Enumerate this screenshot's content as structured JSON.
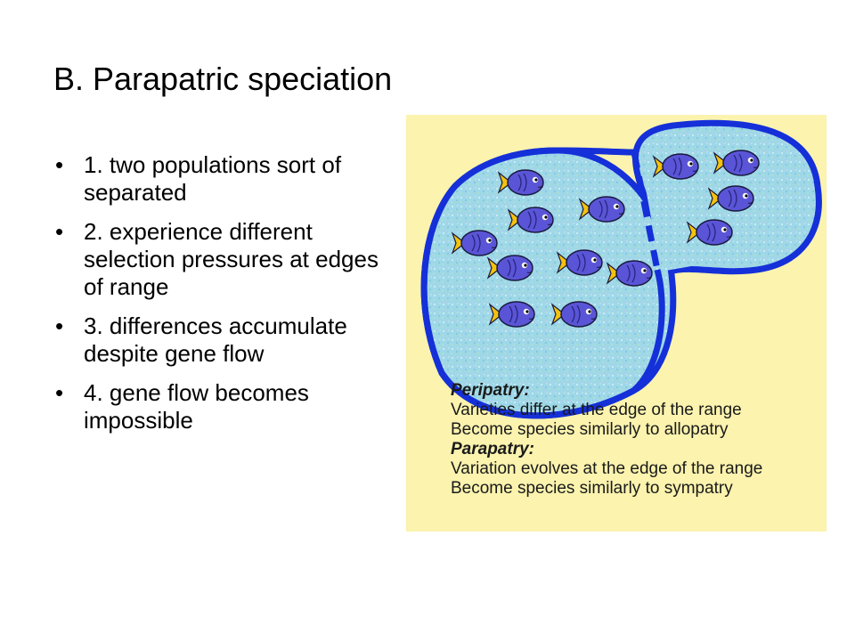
{
  "slide": {
    "title": "B.  Parapatric speciation",
    "bullets": [
      "1.  two populations sort of separated",
      "2.  experience different selection pressures at edges of range",
      "3.  differences accumulate despite gene flow",
      "4.  gene flow becomes impossible"
    ]
  },
  "figure": {
    "legend": {
      "peripatry_heading": "Peripatry:",
      "peripatry_line1": "Varieties differ at the edge of the range",
      "peripatry_line2": "Become species similarly to allopatry",
      "parapatry_heading": "Parapatry:",
      "parapatry_line1": "Variation evolves at the edge of the range",
      "parapatry_line2": "Become species similarly to sympatry"
    },
    "icons": [
      "fish-icon"
    ],
    "colors": {
      "background": "#fbf3ae",
      "water": "#9ed8e8",
      "outline": "#1530d8",
      "fish_body": "#5a55d6",
      "fish_tail": "#f4c20d"
    }
  }
}
